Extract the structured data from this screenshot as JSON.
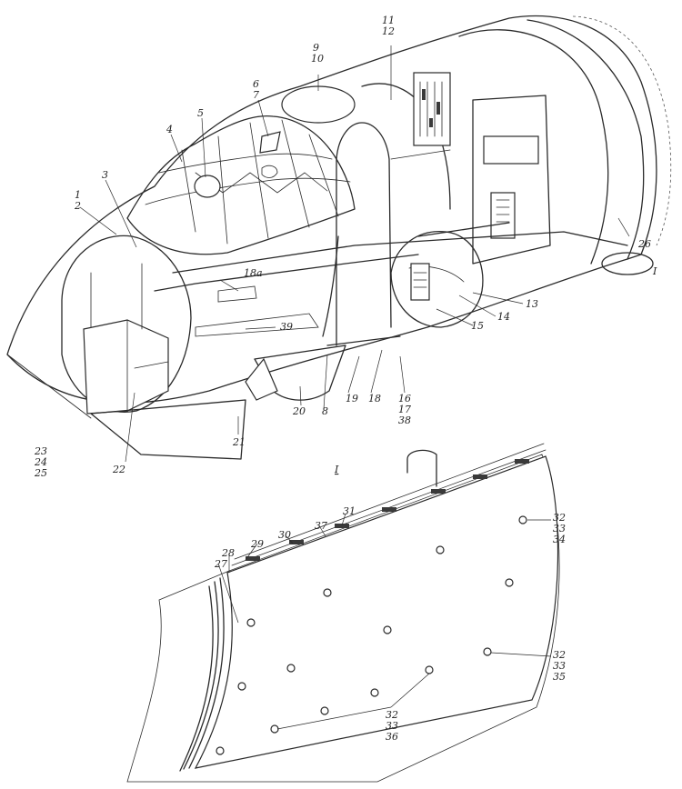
{
  "figure": {
    "section_mark": "I",
    "detail_label": "I",
    "callouts": {
      "c1_2": [
        "1",
        "2"
      ],
      "c3": "3",
      "c4": "4",
      "c5": "5",
      "c6_7": [
        "6",
        "7"
      ],
      "c9_10": [
        "9",
        "10"
      ],
      "c11_12": [
        "11",
        "12"
      ],
      "c13": "13",
      "c14": "14",
      "c15": "15",
      "c16_17_38": [
        "16",
        "17",
        "38"
      ],
      "c18": "18",
      "c18a": "18а",
      "c19": "19",
      "c20": "20",
      "c8": "8",
      "c21": "21",
      "c22": "22",
      "c23_24_25": [
        "23",
        "24",
        "25"
      ],
      "c26": "26",
      "c39": "39",
      "c27": "27",
      "c28": "28",
      "c29": "29",
      "c30": "30",
      "c31": "31",
      "c37": "37",
      "c32_33_34": [
        "32",
        "33",
        "34"
      ],
      "c32_33_35": [
        "32",
        "33",
        "35"
      ],
      "c32_33_36": [
        "32",
        "33",
        "36"
      ]
    }
  }
}
